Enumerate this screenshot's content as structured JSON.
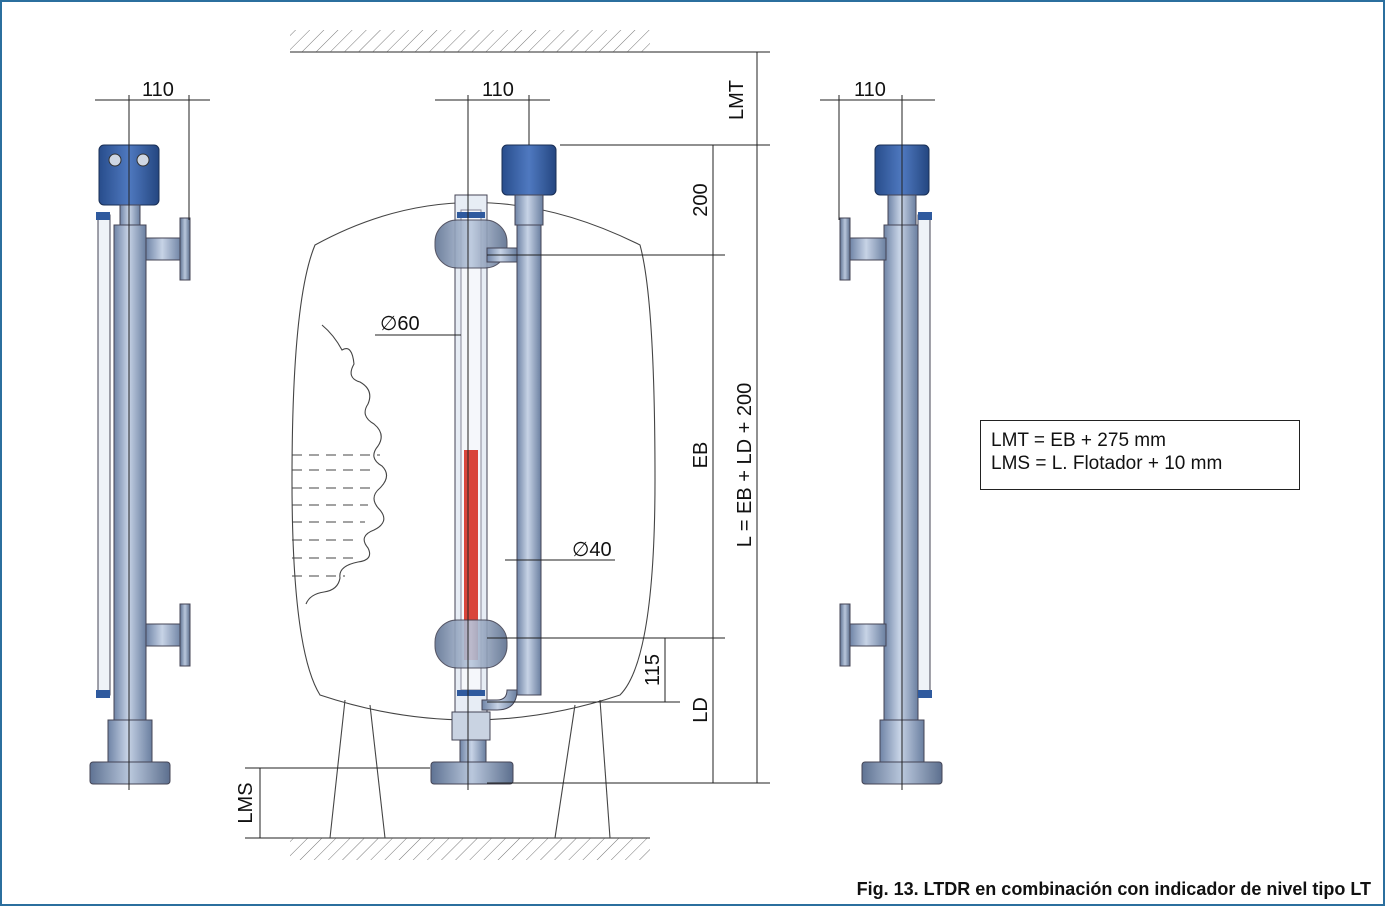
{
  "dimensions": {
    "left_width": "110",
    "center_width": "110",
    "right_width": "110",
    "lmt": "LMT",
    "h200": "200",
    "eb": "EB",
    "l_formula": "L = EB + LD + 200",
    "d60": "∅60",
    "d40": "∅40",
    "h115": "115",
    "ld": "LD",
    "lms": "LMS"
  },
  "formulas": {
    "line1": "LMT = EB + 275 mm",
    "line2": "LMS = L. Flotador + 10 mm"
  },
  "caption": "Fig. 13. LTDR en combinación con indicador de nivel tipo LT",
  "colors": {
    "frame": "#2b6f9e",
    "steel": "#9aaecb",
    "head": "#2f5a9e",
    "indicator_red": "#d9453b"
  }
}
